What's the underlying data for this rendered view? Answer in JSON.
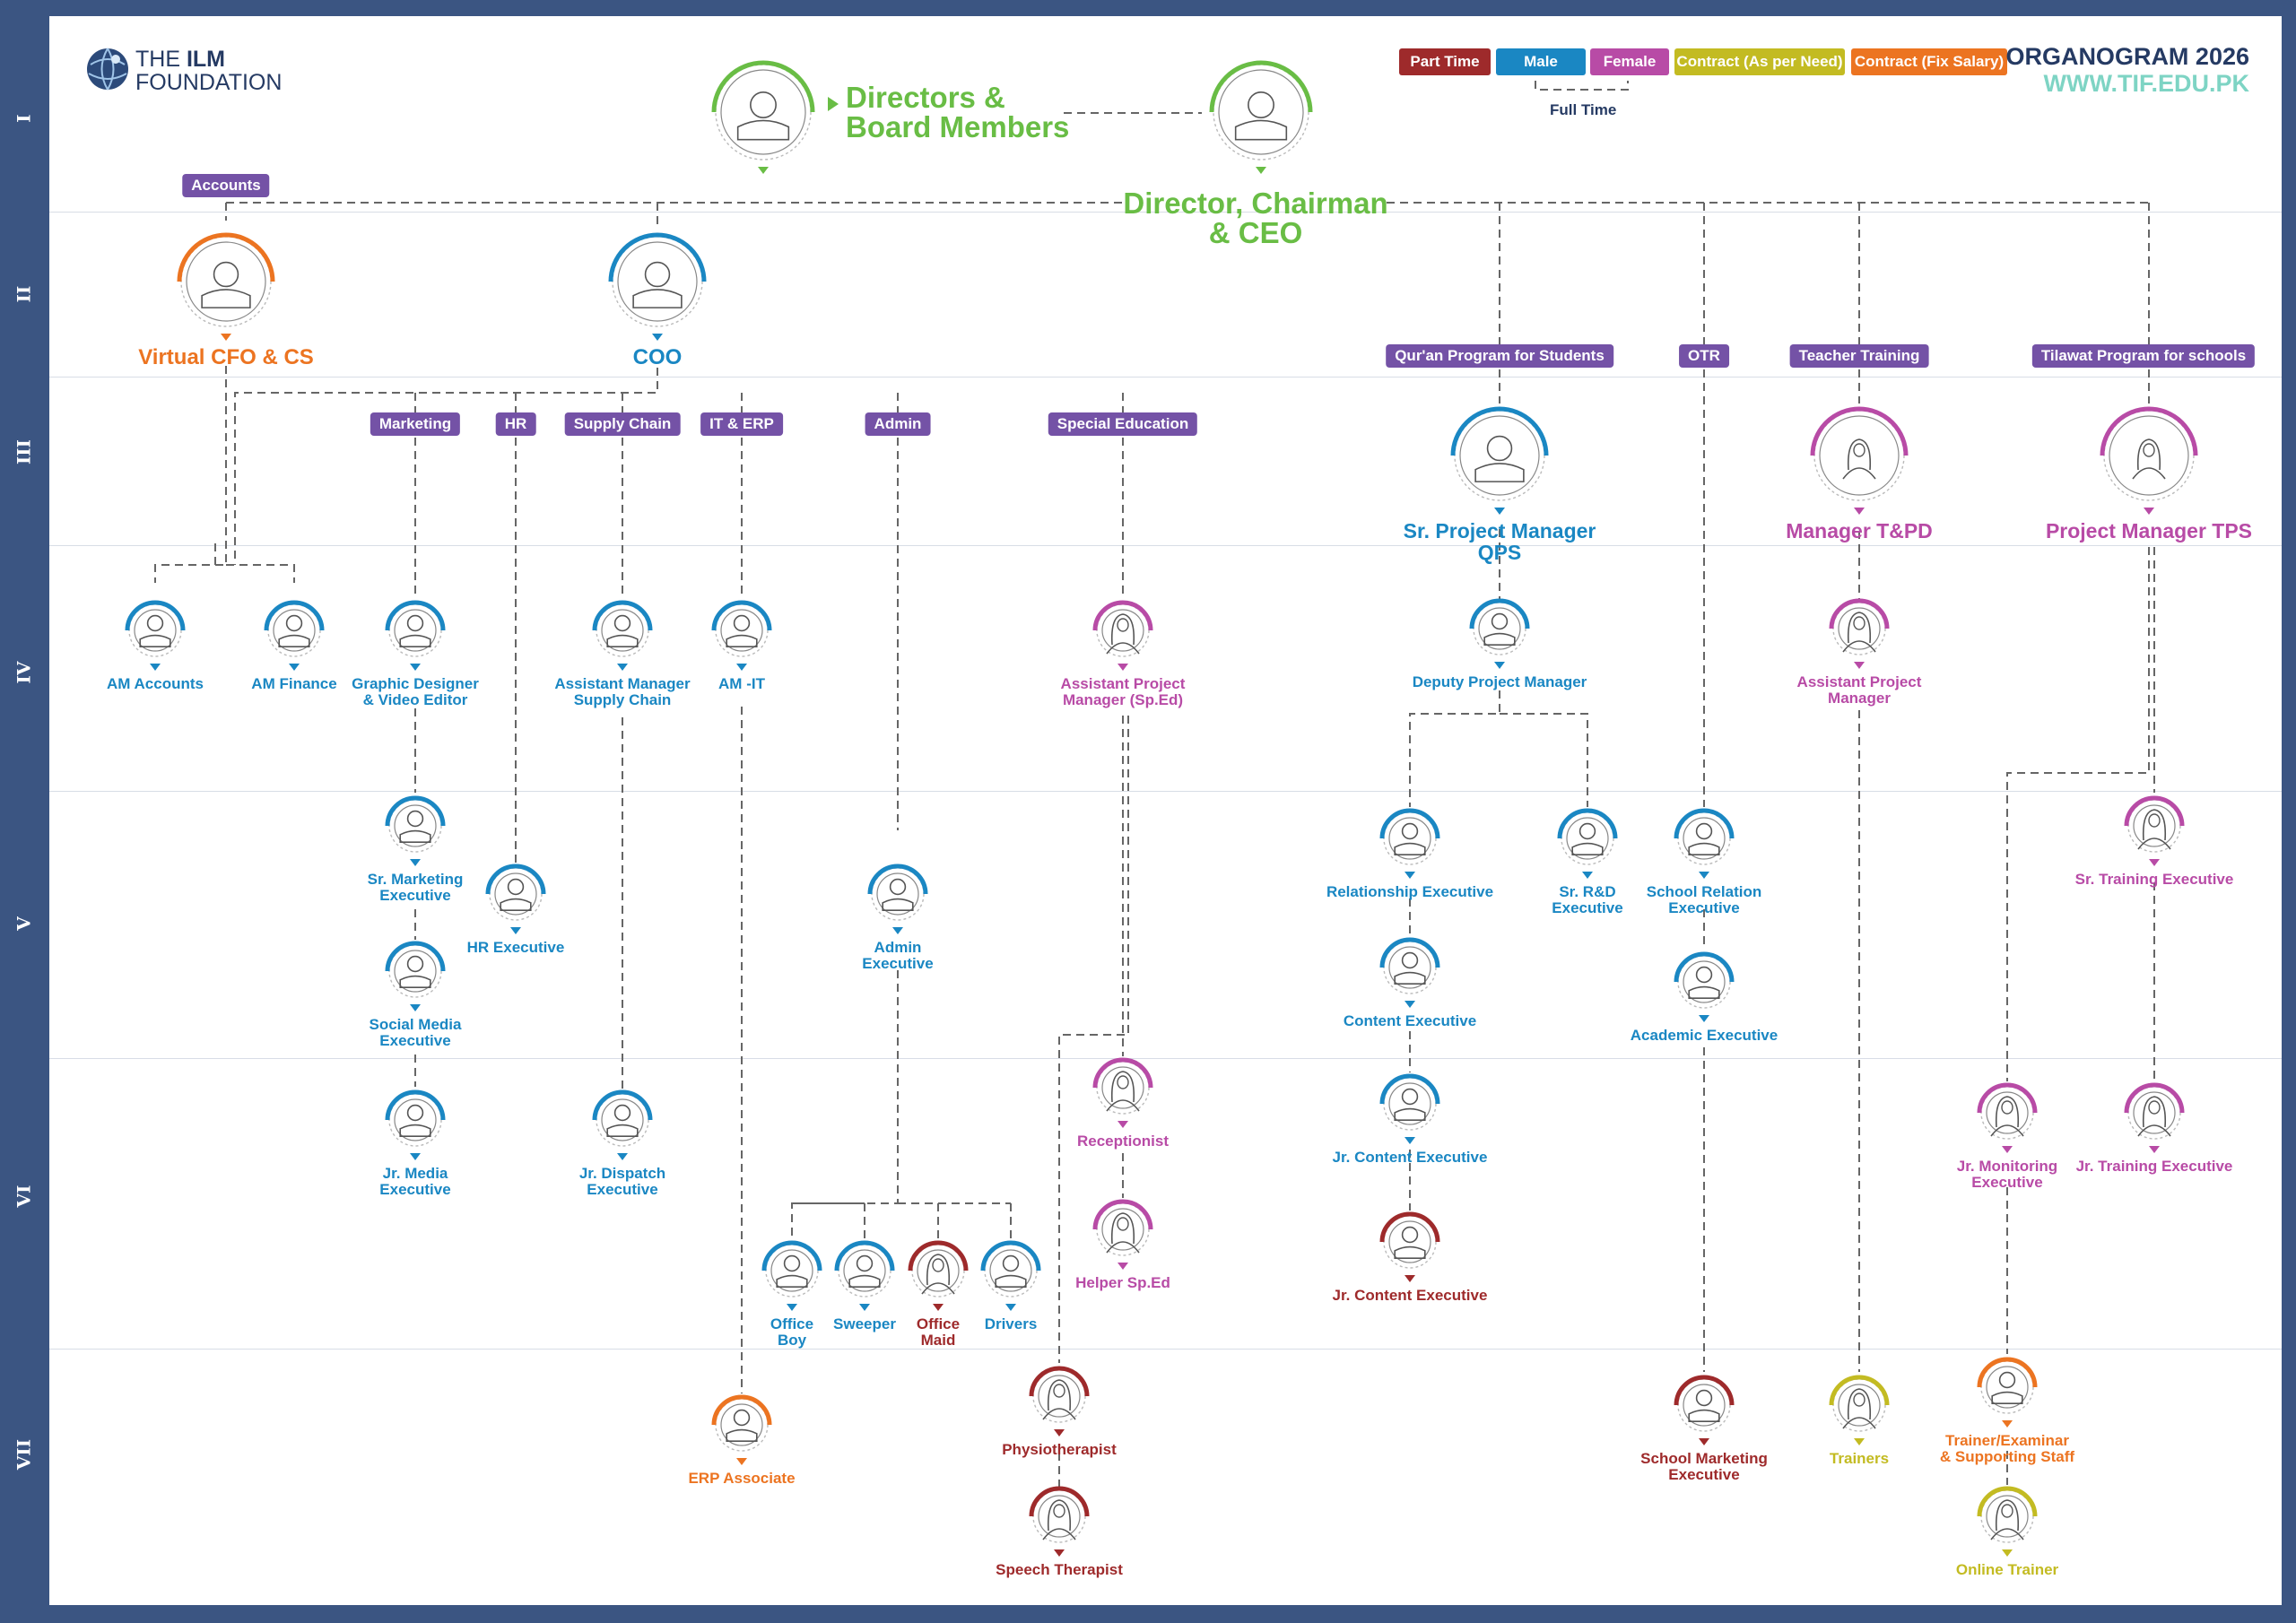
{
  "brand": {
    "line1_a": "THE ",
    "line1_b": "ILM",
    "line2": "FOUNDATION"
  },
  "header": {
    "title": "ORGANOGRAM 2026",
    "website": "WWW.TIF.EDU.PK"
  },
  "legend": {
    "items": [
      {
        "label": "Part Time",
        "color": "#9e2a2b"
      },
      {
        "label": "Male",
        "color": "#1a87c3"
      },
      {
        "label": "Female",
        "color": "#b84ba6"
      },
      {
        "label": "Contract (As per Need)",
        "color": "#c3bb22"
      },
      {
        "label": "Contract (Fix Salary)",
        "color": "#ec7421"
      }
    ],
    "full_time_label": "Full Time"
  },
  "levels": [
    "I",
    "II",
    "III",
    "IV",
    "V",
    "VI",
    "VII"
  ],
  "colors": {
    "board": "#69bd45",
    "male": "#1a87c3",
    "female": "#b84ba6",
    "fix": "#ec7421",
    "parttime": "#9e2a2b",
    "asneed": "#c3bb22",
    "tag": "#7452a6"
  },
  "board": {
    "label1": "Directors &",
    "label2": "Board Members",
    "ceo1": "Director, Chairman",
    "ceo2": "& CEO"
  },
  "departments": {
    "accounts": "Accounts",
    "marketing": "Marketing",
    "hr": "HR",
    "supply": "Supply Chain",
    "it": "IT & ERP",
    "admin": "Admin",
    "sped": "Special Education",
    "qps": "Qur'an Program for Students",
    "otr": "OTR",
    "tt": "Teacher Training",
    "tps": "Tilawat Program for schools"
  },
  "nodes": {
    "cfo": "Virtual CFO & CS",
    "coo": "COO",
    "srpm": "Sr. Project Manager QPS",
    "mtpd": "Manager T&PD",
    "pmtps": "Project Manager TPS",
    "amacc": "AM Accounts",
    "amfin": "AM Finance",
    "gd1": "Graphic Designer",
    "gd2": "& Video Editor",
    "amsc1": "Assistant Manager",
    "amsc2": "Supply Chain",
    "amit": "AM -IT",
    "apm1": "Assistant Project",
    "apm2": "Manager (Sp.Ed)",
    "dpm": "Deputy Project Manager",
    "apmt1": "Assistant Project",
    "apmt2": "Manager",
    "srme1": "Sr. Marketing",
    "srme2": "Executive",
    "hre": "HR Executive",
    "adm1": "Admin",
    "adm2": "Executive",
    "rele": "Relationship Executive",
    "srrd1": "Sr. R&D",
    "srrd2": "Executive",
    "sre1": "School Relation",
    "sre2": "Executive",
    "srte": "Sr. Training Executive",
    "sme1": "Social Media",
    "sme2": "Executive",
    "ce": "Content Executive",
    "acad": "Academic Executive",
    "jrme1": "Jr. Media",
    "jrme2": "Executive",
    "jrdisp1": "Jr. Dispatch",
    "jrdisp2": "Executive",
    "recep": "Receptionist",
    "jrce": "Jr. Content Executive",
    "jrmon1": "Jr. Monitoring",
    "jrmon2": "Executive",
    "jrte": "Jr. Training Executive",
    "helper": "Helper Sp.Ed",
    "ob1": "Office",
    "ob2": "Boy",
    "sweeper": "Sweeper",
    "om1": "Office",
    "om2": "Maid",
    "drivers": "Drivers",
    "jrce2": "Jr. Content Executive",
    "erp": "ERP Associate",
    "physio": "Physiotherapist",
    "speech": "Speech Therapist",
    "schm1": "School Marketing",
    "schm2": "Executive",
    "trainers": "Trainers",
    "trex1": "Trainer/Examinar",
    "trex2": "& Supporting Staff",
    "online": "Online Trainer"
  }
}
